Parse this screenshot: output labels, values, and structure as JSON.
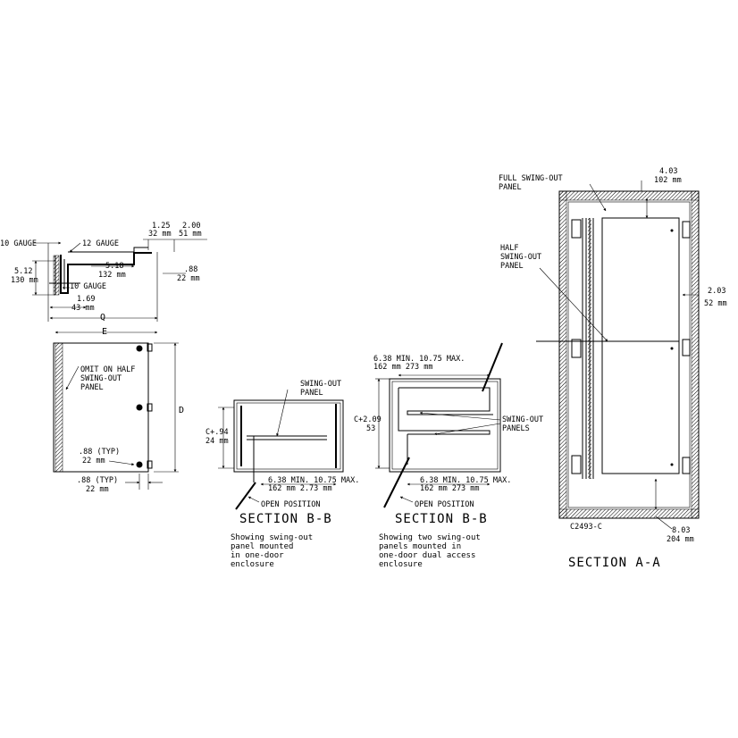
{
  "top_view": {
    "gauge_left": "10 GAUGE",
    "gauge_top": "12 GAUGE",
    "gauge_bottom": "10 GAUGE",
    "dim_125": "1.25",
    "dim_32mm": "32 mm",
    "dim_200": "2.00",
    "dim_51mm": "51 mm",
    "dim_512": "5.12",
    "dim_130mm": "130 mm",
    "dim_518": "5.18",
    "dim_132mm": "132 mm",
    "dim_088": ".88",
    "dim_22mm": "22 mm",
    "dim_169": "1.69",
    "dim_43mm": "43 mm",
    "label_q": "Q",
    "label_e": "E"
  },
  "front_view": {
    "label_d": "D",
    "omit_note_1": "OMIT ON HALF",
    "omit_note_2": "SWING-OUT",
    "omit_note_3": "PANEL",
    "typ1_in": ".88 (TYP)",
    "typ1_mm": "22 mm",
    "typ2_in": ".88 (TYP)",
    "typ2_mm": "22 mm"
  },
  "section_bb_1": {
    "swing_label_1": "SWING-OUT",
    "swing_label_2": "PANEL",
    "c_dim": "C+.94",
    "c_mm": "24 mm",
    "bottom_dim": "6.38 MIN. 10.75 MAX.",
    "bottom_mm": "162 mm    2.73 mm",
    "open_position": "OPEN POSITION",
    "title": "SECTION B-B",
    "caption_1": "Showing swing-out",
    "caption_2": "panel mounted",
    "caption_3": "in one-door",
    "caption_4": "enclosure"
  },
  "section_bb_2": {
    "top_dim": "6.38 MIN. 10.75 MAX.",
    "top_mm": "162 mm    273 mm",
    "c_dim": "C+2.09",
    "c_mm": "53",
    "swing_label_1": "SWING-OUT",
    "swing_label_2": "PANELS",
    "bottom_dim": "6.38 MIN. 10.75 MAX.",
    "bottom_mm": "162 mm    273 mm",
    "open_position": "OPEN POSITION",
    "title": "SECTION B-B",
    "caption_1": "Showing two swing-out",
    "caption_2": "panels mounted in",
    "caption_3": "one-door dual access",
    "caption_4": "enclosure"
  },
  "section_aa": {
    "full_label_1": "FULL SWING-OUT",
    "full_label_2": "PANEL",
    "dim_403": "4.03",
    "dim_102mm": "102 mm",
    "half_label_1": "HALF",
    "half_label_2": "SWING-OUT",
    "half_label_3": "PANEL",
    "dim_203": "2.03",
    "dim_52mm": "52 mm",
    "code": "C2493-C",
    "dim_803": "8.03",
    "dim_204mm": "204 mm",
    "title": "SECTION A-A"
  }
}
